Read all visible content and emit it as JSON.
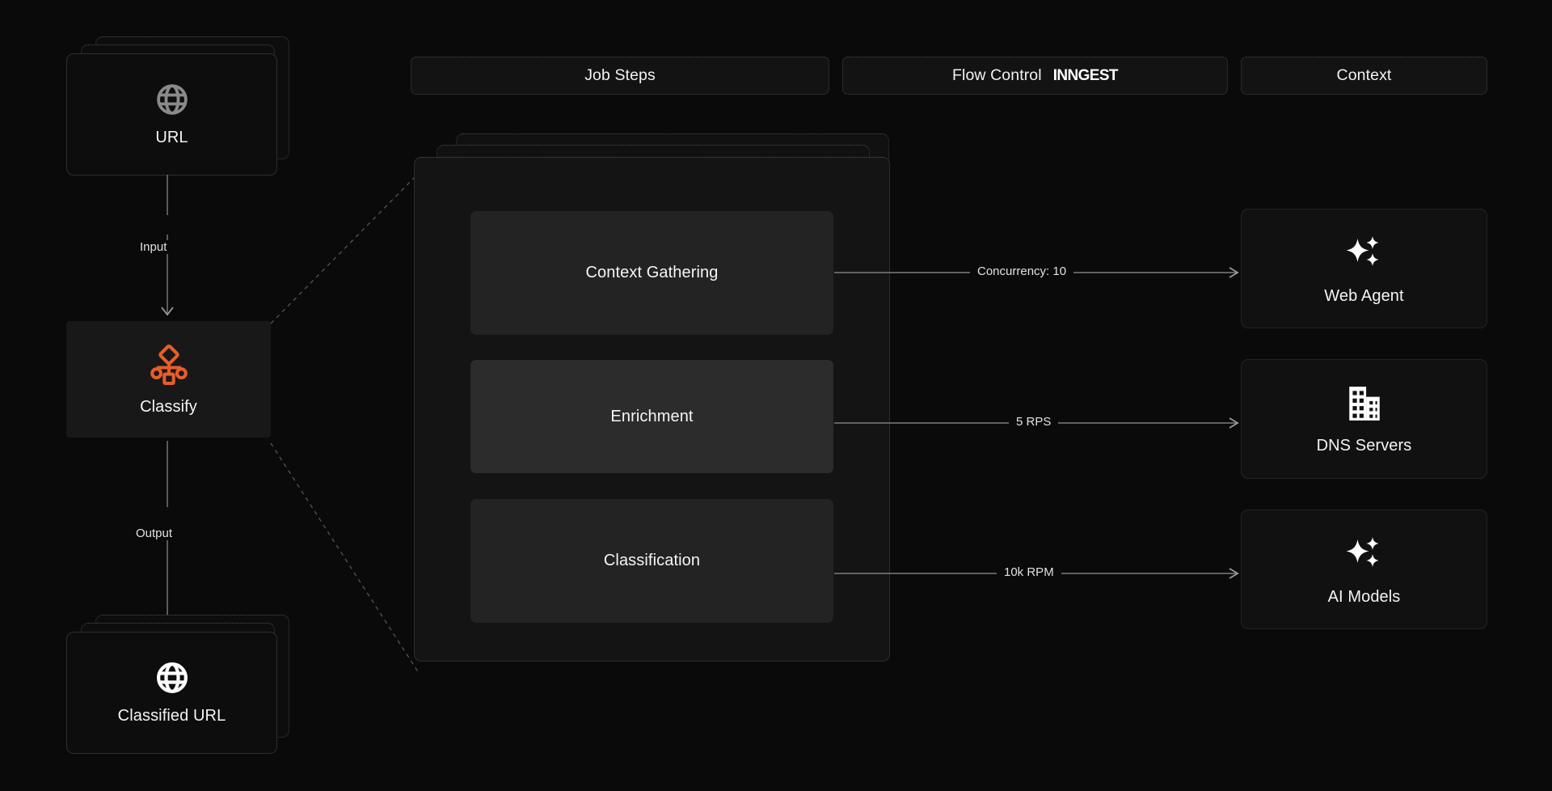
{
  "page": {
    "background": "#0a0a0a",
    "accent_color": "#E85D2A",
    "title": "Inngest job flow diagram"
  },
  "header": {
    "pills": [
      {
        "label": "Job Steps",
        "brand": ""
      },
      {
        "label": "Flow Control",
        "brand": "INNGEST"
      },
      {
        "label": "Context",
        "brand": ""
      }
    ]
  },
  "pipeline": {
    "input_node": {
      "label": "URL",
      "icon": "globe-icon",
      "icon_color": "#8a8a8a",
      "stacked": true
    },
    "input_edge_label": "Input",
    "process_node": {
      "label": "Classify",
      "icon": "workflow-icon",
      "icon_color": "#E85D2A"
    },
    "output_edge_label": "Output",
    "output_node": {
      "label": "Classified URL",
      "icon": "globe-icon",
      "icon_color": "#ffffff",
      "stacked": true
    }
  },
  "job_steps": {
    "stacked": true,
    "steps": [
      {
        "label": "Context Gathering",
        "highlighted": false
      },
      {
        "label": "Enrichment",
        "highlighted": true
      },
      {
        "label": "Classification",
        "highlighted": false
      }
    ]
  },
  "flow_control": {
    "edges": [
      {
        "label": "Concurrency: 10"
      },
      {
        "label": "5 RPS"
      },
      {
        "label": "10k RPM"
      }
    ]
  },
  "context": {
    "cards": [
      {
        "label": "Web Agent",
        "icon": "sparkles-icon"
      },
      {
        "label": "DNS Servers",
        "icon": "building-icon"
      },
      {
        "label": "AI Models",
        "icon": "sparkles-icon"
      }
    ]
  }
}
